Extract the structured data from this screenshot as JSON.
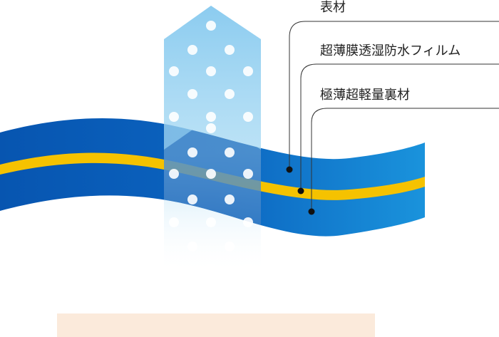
{
  "labels": {
    "outer_fabric": "表材",
    "membrane": "超薄膜透湿防水フィルム",
    "lining": "極薄超軽量裏材"
  },
  "colors": {
    "fabric_dark_blue": "#0a5fb8",
    "fabric_light_blue": "#1a8ed8",
    "membrane_yellow": "#f5c200",
    "vapor_arrow": "#8fd0ef",
    "skin": "#fbeadb"
  }
}
